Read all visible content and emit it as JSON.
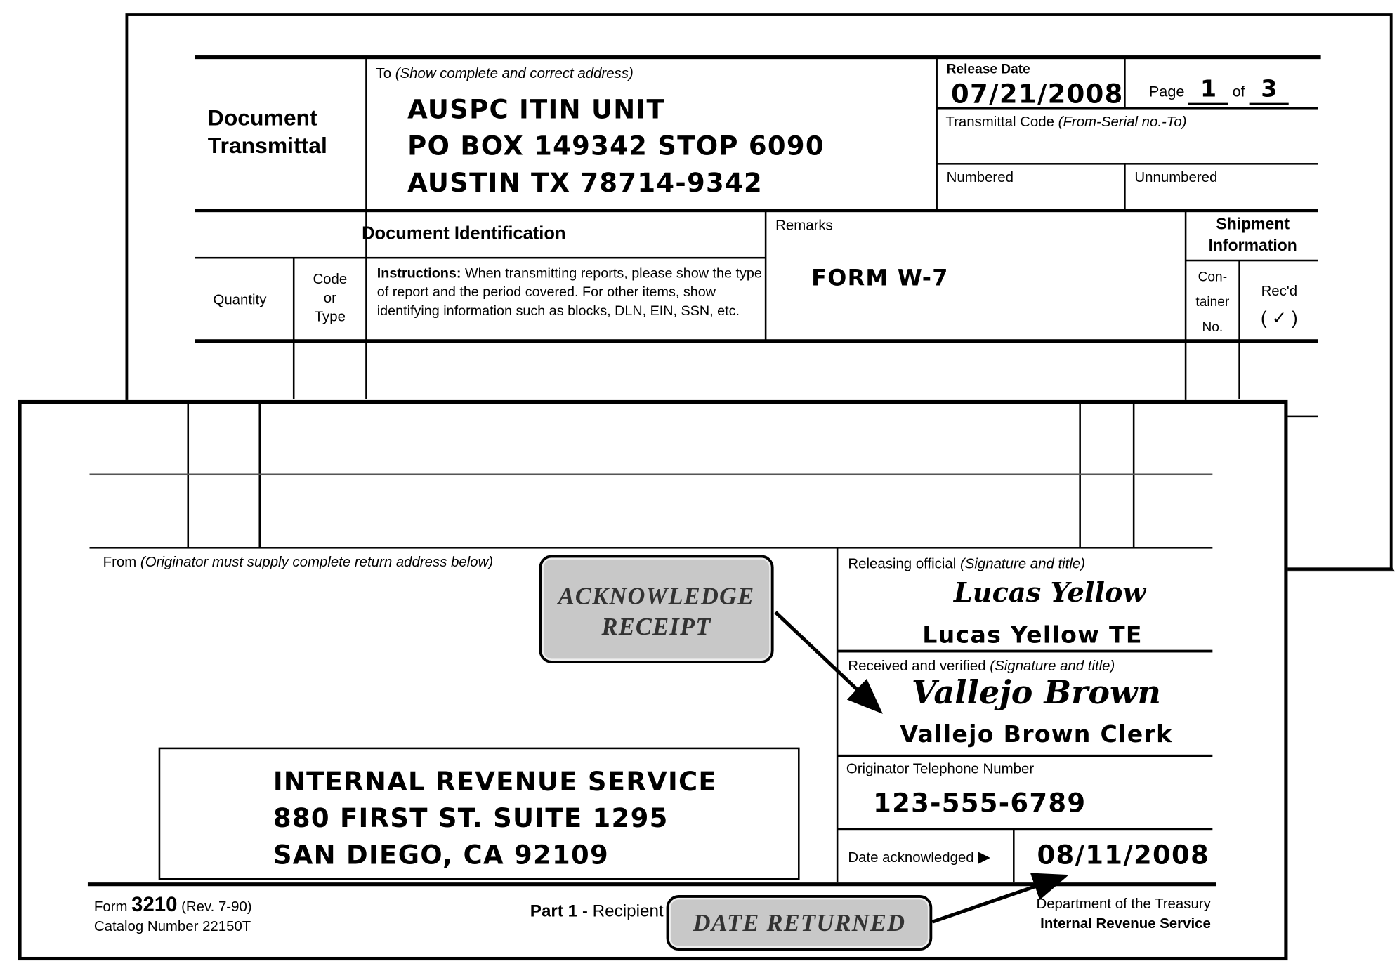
{
  "back_form": {
    "title_line1": "Document",
    "title_line2": "Transmittal",
    "to_label": "To",
    "to_hint": "(Show complete and correct address)",
    "to_address": [
      "AUSPC ITIN UNIT",
      "PO BOX 149342  STOP 6090",
      "AUSTIN TX   78714-9342"
    ],
    "release_date_label": "Release Date",
    "release_date": "07/21/2008",
    "page_label": "Page",
    "page_number": "1",
    "of_label": "of",
    "page_total": "3",
    "transmittal_code_label": "Transmittal Code",
    "transmittal_code_hint": "(From-Serial no.-To)",
    "numbered_label": "Numbered",
    "unnumbered_label": "Unnumbered",
    "doc_id_heading": "Document Identification",
    "remarks_label": "Remarks",
    "remarks_value": "FORM W-7",
    "shipment_heading_1": "Shipment",
    "shipment_heading_2": "Information",
    "quantity_label": "Quantity",
    "code_label": [
      "Code",
      "or",
      "Type"
    ],
    "instructions_bold": "Instructions:",
    "instructions_text": " When transmitting reports, please show the type of report and the period covered. For other items, show identifying information such as blocks, DLN, EIN, SSN, etc.",
    "container_label": [
      "Con-",
      "tainer",
      "No."
    ],
    "recd_label": "Rec'd",
    "recd_check": "( ✓ )"
  },
  "front_form": {
    "from_label": "From",
    "from_hint": "(Originator must supply complete return address below)",
    "releasing_label": "Releasing official",
    "releasing_hint": "(Signature and title)",
    "releasing_signature": "Lucas Yellow",
    "releasing_name": "Lucas Yellow TE",
    "received_label": "Received and verified",
    "received_hint": "(Signature and title)",
    "received_signature": "Vallejo Brown",
    "received_name": "Vallejo Brown Clerk",
    "phone_label": "Originator Telephone Number",
    "phone": "123-555-6789",
    "date_ack_label": "Date acknowledged",
    "date_ack": "08/11/2008",
    "return_address": [
      "INTERNAL REVENUE SERVICE",
      "880 FIRST ST.   SUITE 1295",
      "SAN DIEGO,  CA   92109"
    ],
    "form_prefix": "Form",
    "form_number": "3210",
    "form_rev": "(Rev. 7-90)",
    "catalog": "Catalog Number 22150T",
    "part_bold": "Part 1",
    "part_text": " - Recipient",
    "dept_line1": "Department of the Treasury",
    "dept_line2": "Internal Revenue Service"
  },
  "callouts": {
    "acknowledge_1": "ACKNOWLEDGE",
    "acknowledge_2": "RECEIPT",
    "date_returned": "DATE RETURNED"
  },
  "colors": {
    "callout_fill": "#c8c8c8",
    "fold_fill": "#a0a0a0"
  }
}
